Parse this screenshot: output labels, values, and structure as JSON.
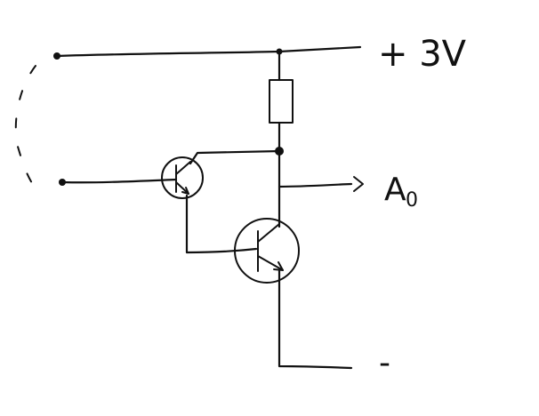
{
  "diagram": {
    "supply_label": "+ 3V",
    "output_label": "A",
    "output_subscript": "0",
    "ground_label": "-"
  }
}
